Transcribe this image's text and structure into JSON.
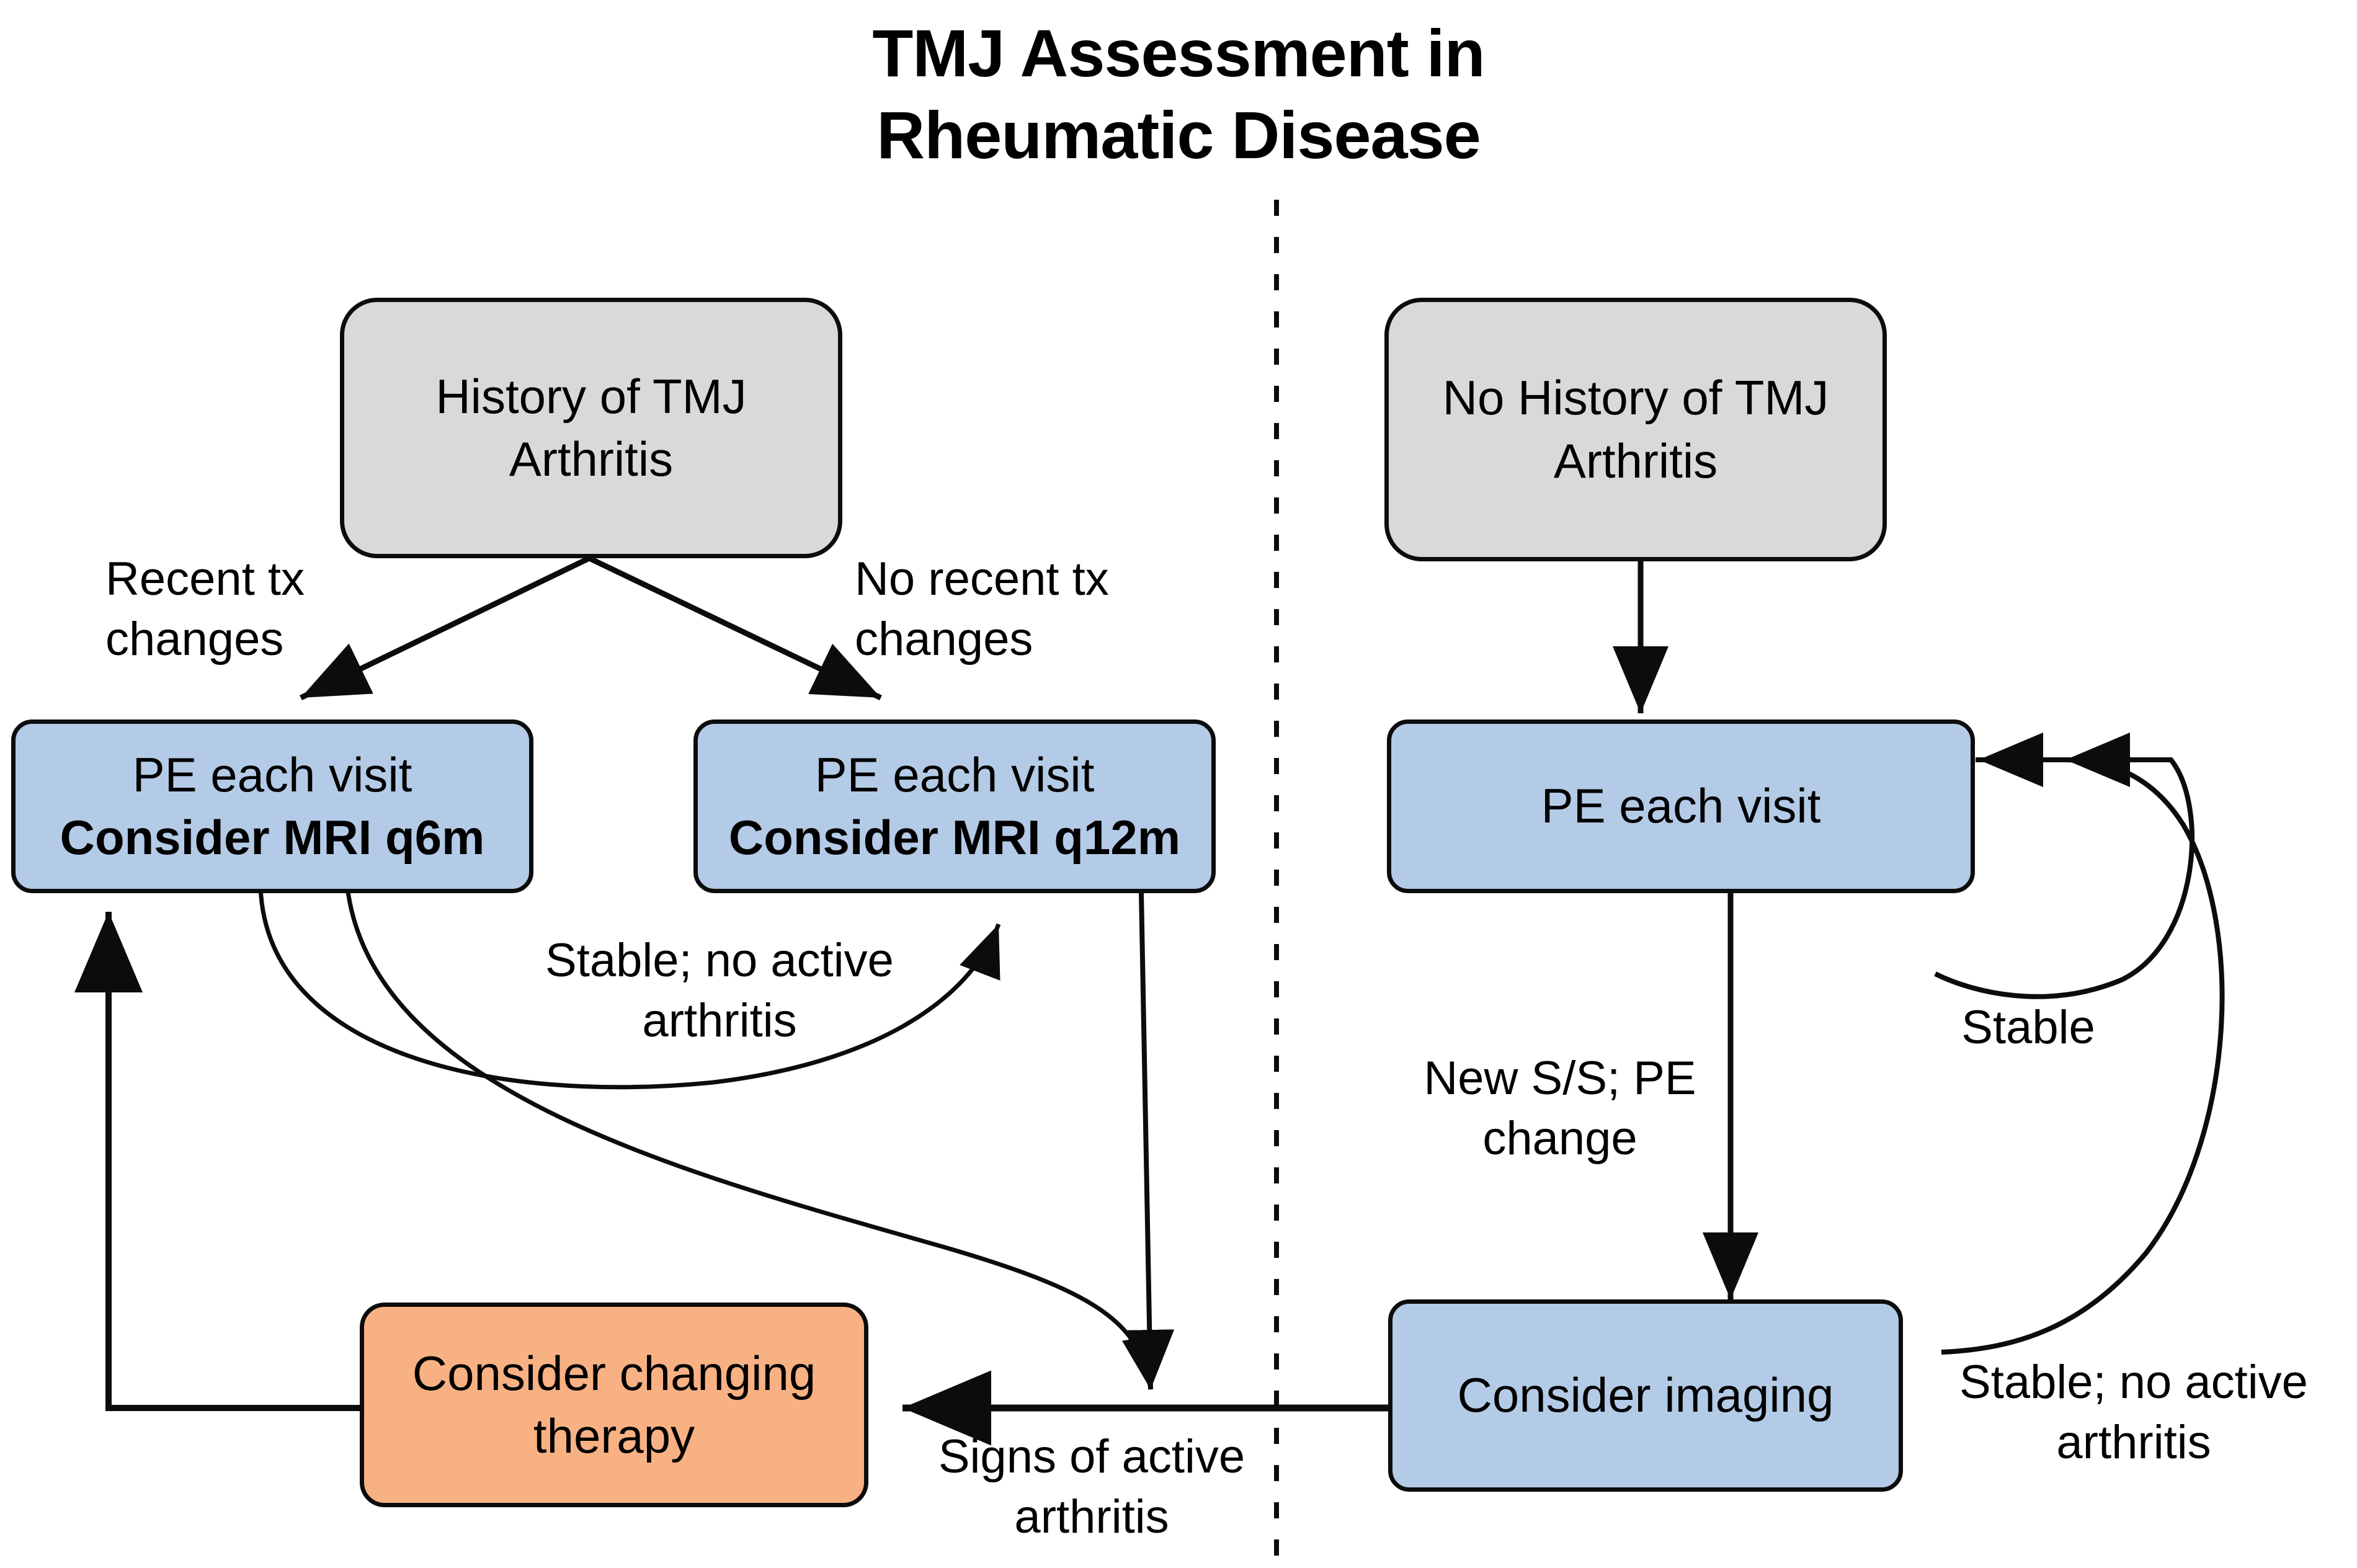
{
  "title": {
    "line1": "TMJ Assessment in",
    "line2": "Rheumatic Disease"
  },
  "nodes": {
    "history_tmj": {
      "line1": "History of TMJ",
      "line2": "Arthritis"
    },
    "no_history_tmj": {
      "line1": "No History of TMJ",
      "line2": "Arthritis"
    },
    "pe_q6m": {
      "line1": "PE each visit",
      "line2": "Consider MRI q6m"
    },
    "pe_q12m": {
      "line1": "PE each visit",
      "line2": "Consider MRI q12m"
    },
    "pe_right": {
      "line1": "PE each visit",
      "line2": ""
    },
    "consider_changing_therapy": {
      "line1": "Consider changing",
      "line2": "therapy"
    },
    "consider_imaging": {
      "line1": "Consider imaging",
      "line2": ""
    }
  },
  "edge_labels": {
    "recent_tx_changes": "Recent tx\nchanges",
    "no_recent_tx_changes": "No recent tx\nchanges",
    "stable_no_active_arthritis_left": "Stable; no active\narthritis",
    "signs_of_active_arthritis": "Signs of active\narthritis",
    "new_ss_pe_change": "New S/S; PE\nchange",
    "stable_right": "Stable",
    "stable_no_active_arthritis_right": "Stable; no active\narthritis"
  },
  "colors": {
    "gray_node": "#d9d9d9",
    "blue_node": "#b4cbe7",
    "orange_node": "#f8b183",
    "outline": "#0c0c0c",
    "background": "#ffffff"
  },
  "divider": {
    "style": "dashed",
    "orientation": "vertical"
  }
}
